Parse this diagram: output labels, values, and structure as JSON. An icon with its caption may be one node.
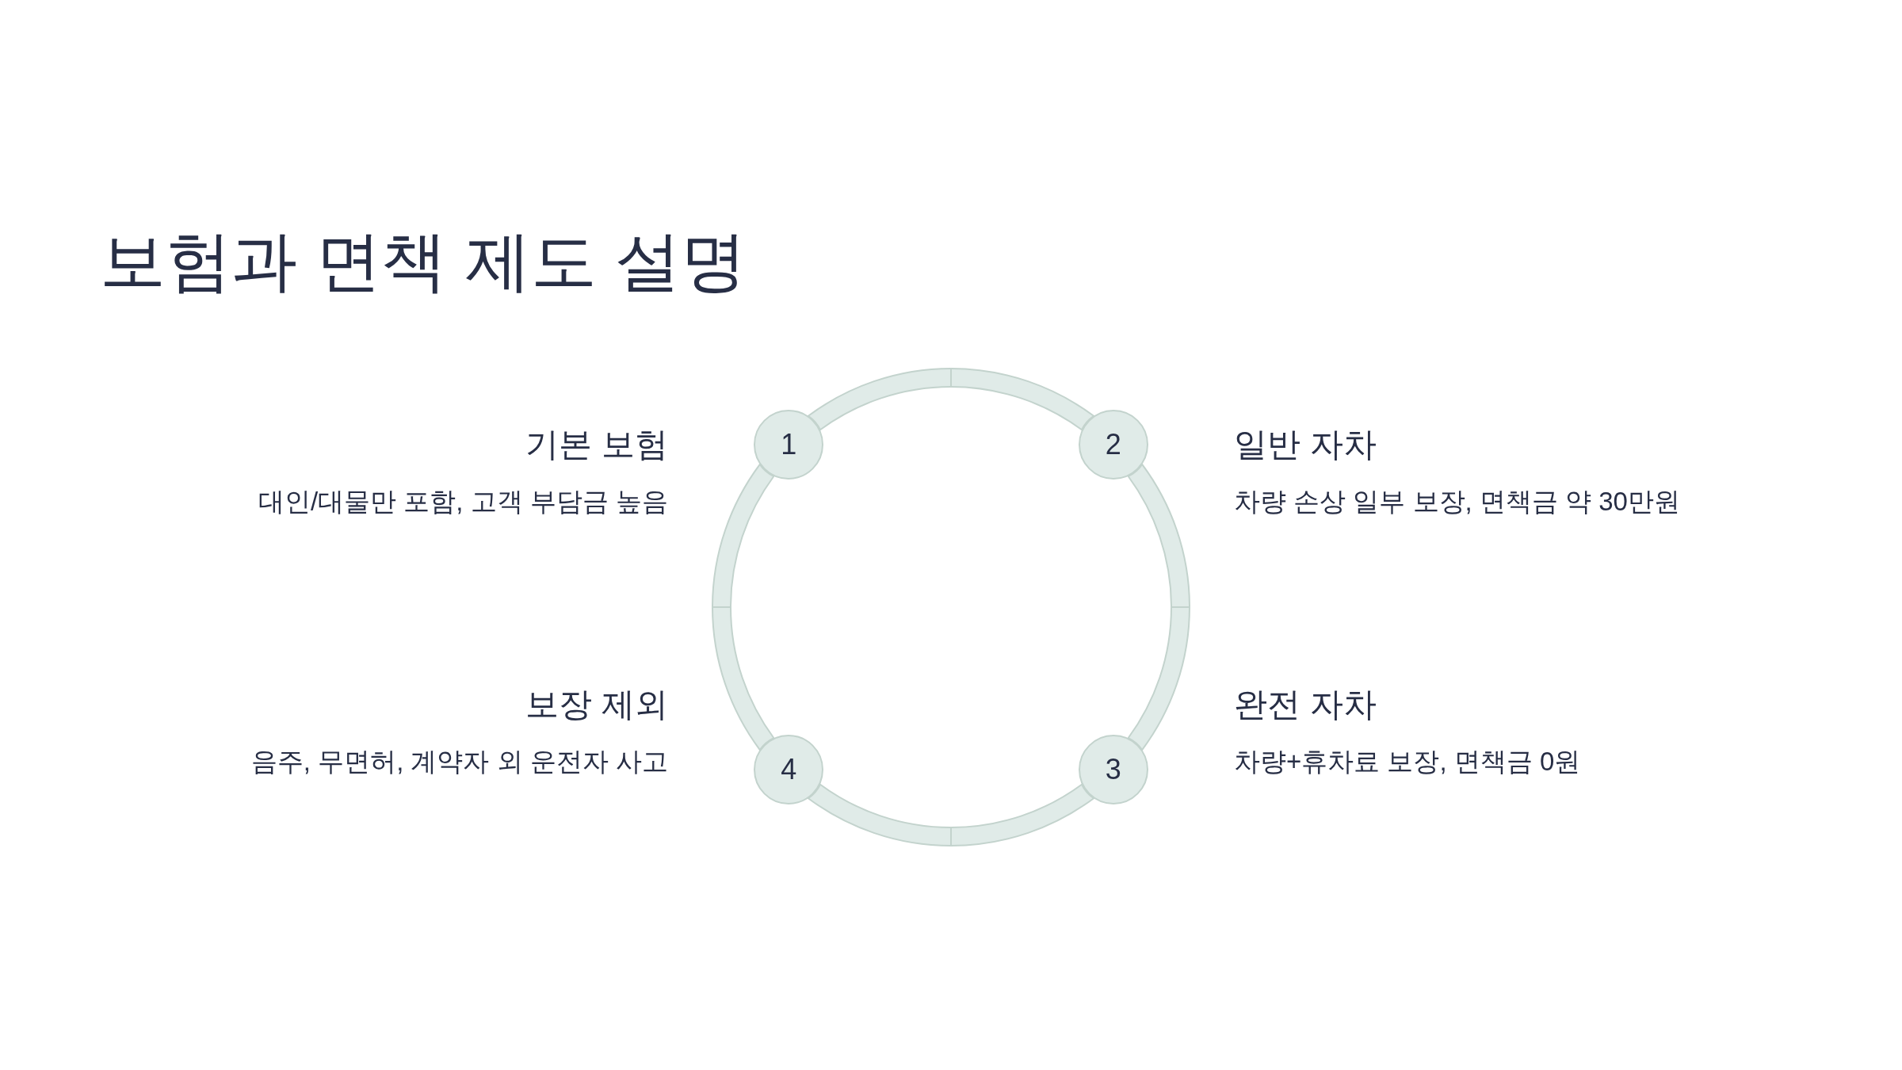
{
  "diagram": {
    "title": "보험과 면책 제도 설명",
    "nodes": [
      {
        "text": [
          "1"
        ],
        "beside": [
          "기본 보험",
          "대인/대물만 포함, 고객 부담금 높음"
        ]
      },
      {
        "text": [
          "2"
        ],
        "beside": [
          "일반 자차",
          "차량 손상 일부 보장, 면책금 약 30만원"
        ]
      },
      {
        "text": [
          "3"
        ],
        "beside": [
          "완전 자차",
          "차량+휴차료 보장, 면책금 0원"
        ]
      },
      {
        "text": [
          "4"
        ],
        "beside": [
          "보장 제외",
          "음주, 무면허, 계약자 외 운전자 사고"
        ]
      }
    ],
    "edges": [
      {
        "from": 0,
        "to": 1,
        "arrow": "none"
      },
      {
        "from": 1,
        "to": 2,
        "arrow": "none"
      },
      {
        "from": 2,
        "to": 3,
        "arrow": "none"
      },
      {
        "from": 3,
        "to": 0,
        "arrow": "none"
      }
    ]
  }
}
